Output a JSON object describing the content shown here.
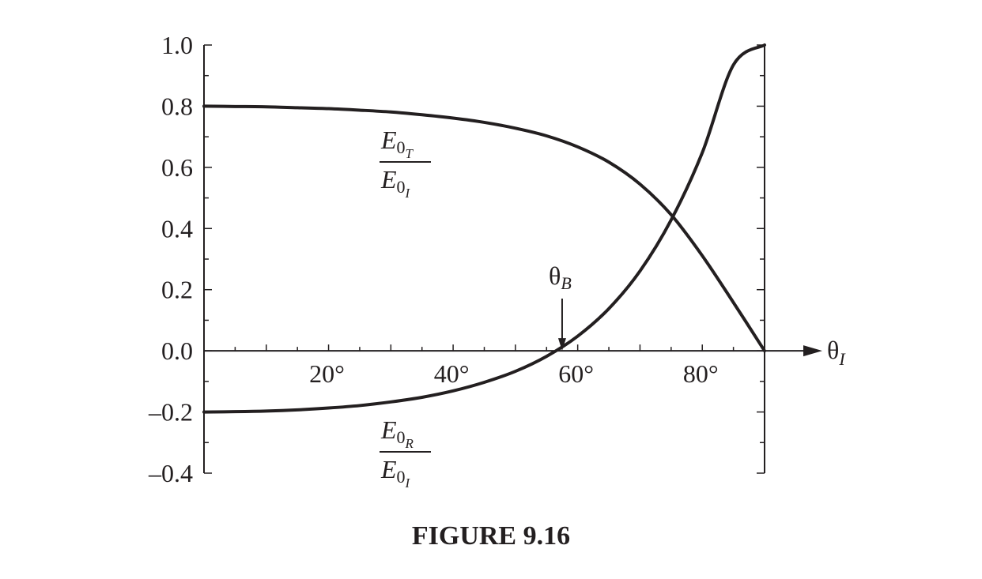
{
  "caption": "FIGURE 9.16",
  "chart_data": {
    "type": "line",
    "title": "",
    "xlabel": {
      "symbol": "θ",
      "sub": "I"
    },
    "ylabel": "",
    "xlim": [
      0,
      90
    ],
    "ylim": [
      -0.4,
      1.0
    ],
    "grid": false,
    "y_ticks": [
      -0.4,
      -0.2,
      0.0,
      0.2,
      0.4,
      0.6,
      0.8,
      1.0
    ],
    "y_tick_labels": [
      "–0.4",
      "–0.2",
      "0.0",
      "0.2",
      "0.4",
      "0.6",
      "0.8",
      "1.0"
    ],
    "x_ticks": [
      20,
      40,
      60,
      80
    ],
    "x_tick_labels": [
      "20°",
      "40°",
      "60°",
      "80°"
    ],
    "series": [
      {
        "label": {
          "num": "E",
          "num_sub0": "0",
          "num_sub1": "T",
          "den": "E",
          "den_sub0": "0",
          "den_sub1": "I"
        },
        "x": [
          0,
          5,
          10,
          15,
          20,
          25,
          30,
          35,
          40,
          45,
          50,
          55,
          60,
          65,
          70,
          75,
          80,
          85,
          90
        ],
        "y": [
          0.8,
          0.799,
          0.798,
          0.795,
          0.792,
          0.787,
          0.781,
          0.772,
          0.761,
          0.747,
          0.728,
          0.703,
          0.667,
          0.617,
          0.545,
          0.445,
          0.311,
          0.158,
          0.0
        ]
      },
      {
        "label": {
          "num": "E",
          "num_sub0": "0",
          "num_sub1": "R",
          "den": "E",
          "den_sub0": "0",
          "den_sub1": "I"
        },
        "x": [
          0,
          5,
          10,
          15,
          20,
          25,
          30,
          35,
          40,
          45,
          50,
          55,
          60,
          65,
          70,
          75,
          80,
          85,
          90
        ],
        "y": [
          -0.2,
          -0.199,
          -0.197,
          -0.193,
          -0.187,
          -0.179,
          -0.167,
          -0.152,
          -0.131,
          -0.103,
          -0.067,
          -0.018,
          0.048,
          0.138,
          0.261,
          0.428,
          0.648,
          0.935,
          1.0
        ]
      }
    ],
    "annotations": [
      {
        "symbol": "θ",
        "sub": "B",
        "x": 57.5,
        "y": 0.0,
        "arrow": "down"
      }
    ]
  }
}
